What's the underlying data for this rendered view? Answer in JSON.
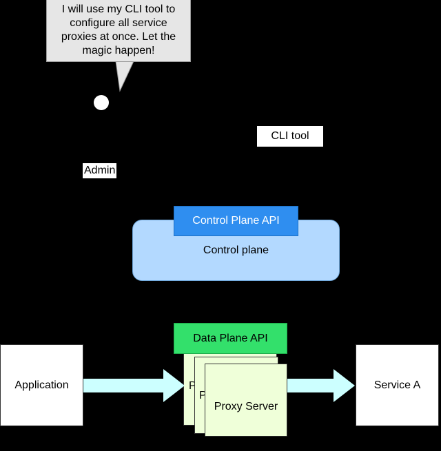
{
  "speech_bubble": {
    "text": "I will use my CLI tool to configure all service proxies at once. Let the magic happen!"
  },
  "admin": {
    "label": "Admin"
  },
  "cli_tool": {
    "label": "CLI tool"
  },
  "control_plane": {
    "label": "Control plane",
    "api_label": "Control Plane API"
  },
  "data_plane": {
    "api_label": "Data Plane API",
    "proxies": [
      {
        "label": "Proxy Server"
      },
      {
        "label": "Proxy Server"
      },
      {
        "label": "Proxy Server"
      }
    ]
  },
  "application": {
    "label": "Application"
  },
  "service": {
    "label": "Service A"
  },
  "colors": {
    "background": "#000000",
    "control_plane_fill": "#b3d9ff",
    "control_plane_api_fill": "#2f8ef0",
    "data_plane_api_fill": "#33e06b",
    "proxy_fill": "#efffd9",
    "arrow_fill": "#ccffff",
    "bubble_fill": "#e6e6e6"
  }
}
